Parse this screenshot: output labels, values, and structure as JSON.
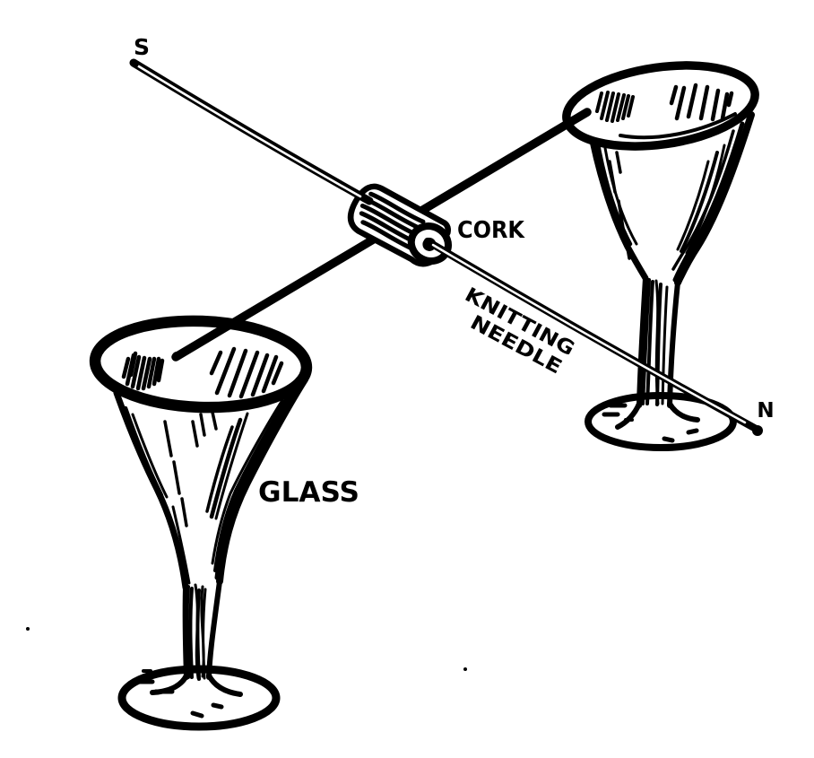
{
  "figure": {
    "background": "#ffffff",
    "ink": "#000000",
    "labels": {
      "south": "S",
      "north": "N",
      "cork": "CORK",
      "knitting_line1": "KNITTING",
      "knitting_line2": "NEEDLE",
      "glass": "GLASS"
    }
  }
}
